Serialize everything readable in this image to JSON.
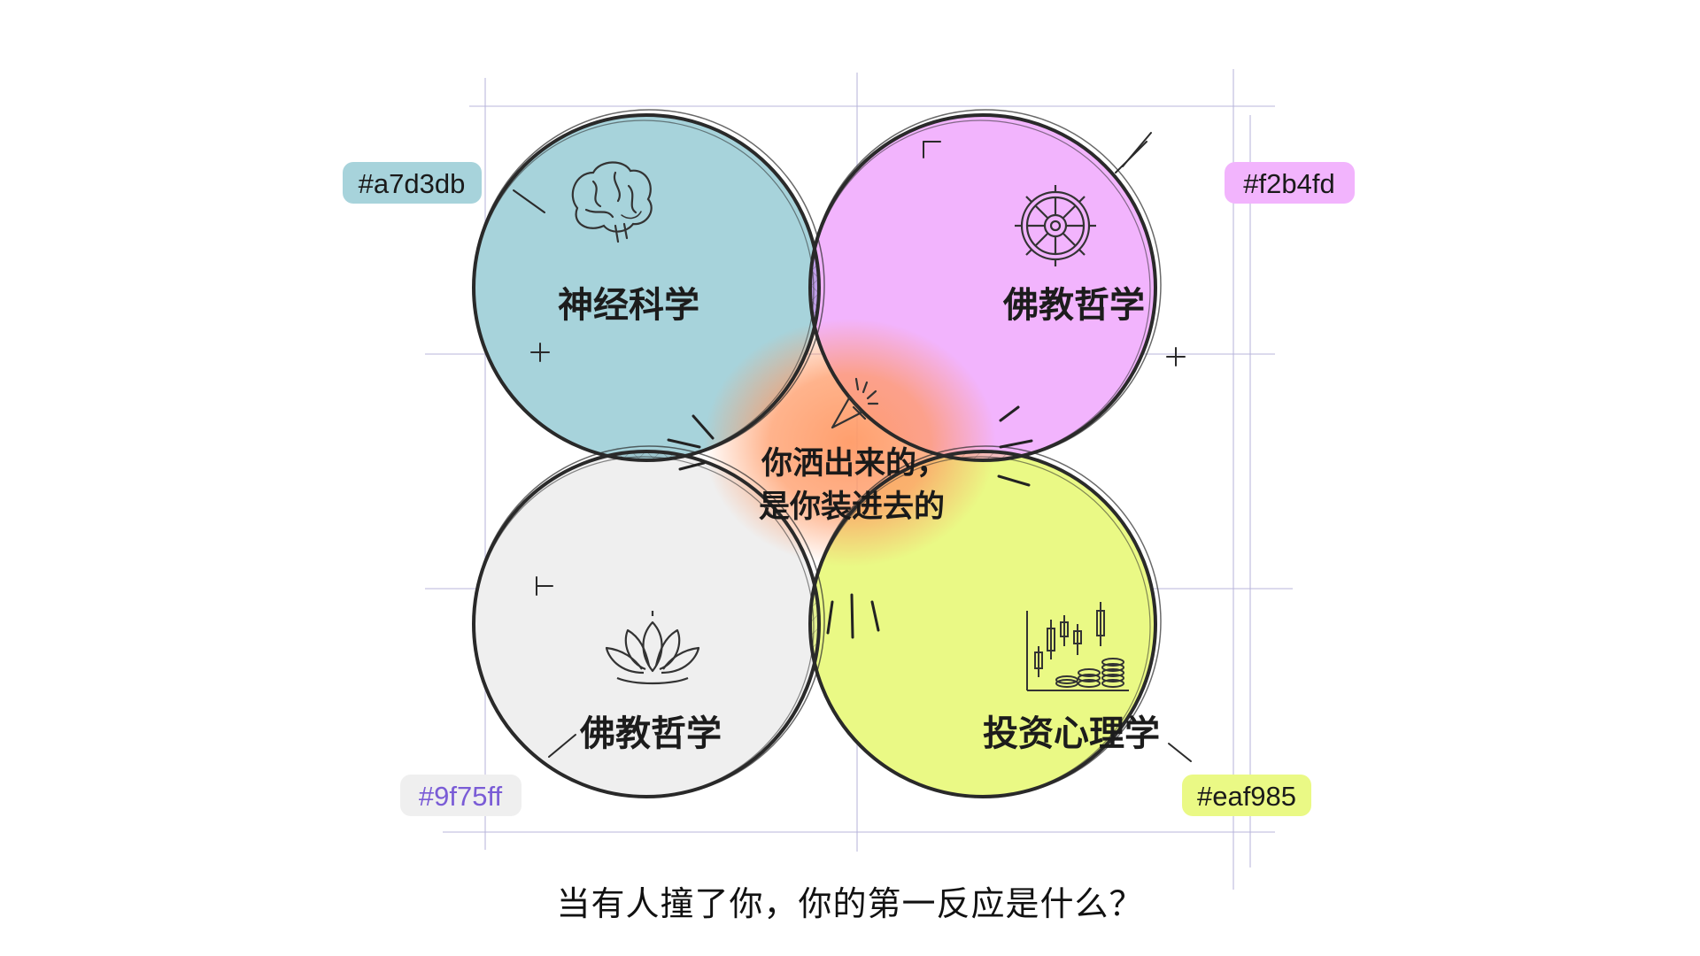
{
  "diagram": {
    "circles": [
      {
        "label": "神经科学",
        "color_tag": "#a7d3db",
        "fill": "#a7d3db",
        "icon": "brain-icon"
      },
      {
        "label": "佛教哲学",
        "color_tag": "#f2b4fd",
        "fill": "#f2b4fd",
        "icon": "dharma-wheel-icon"
      },
      {
        "label": "佛教哲学",
        "color_tag": "#9f75ff",
        "fill": "#efefef",
        "icon": "lotus-icon"
      },
      {
        "label": "投资心理学",
        "color_tag": "#eaf985",
        "fill": "#eaf985",
        "icon": "candlestick-coins-icon"
      }
    ],
    "center": {
      "line1": "你洒出来的，",
      "line2": "是你装进去的",
      "icon": "cursor-click-icon",
      "fill": "#ff9a66"
    }
  },
  "caption": "当有人撞了你，你的第一反应是什么？"
}
